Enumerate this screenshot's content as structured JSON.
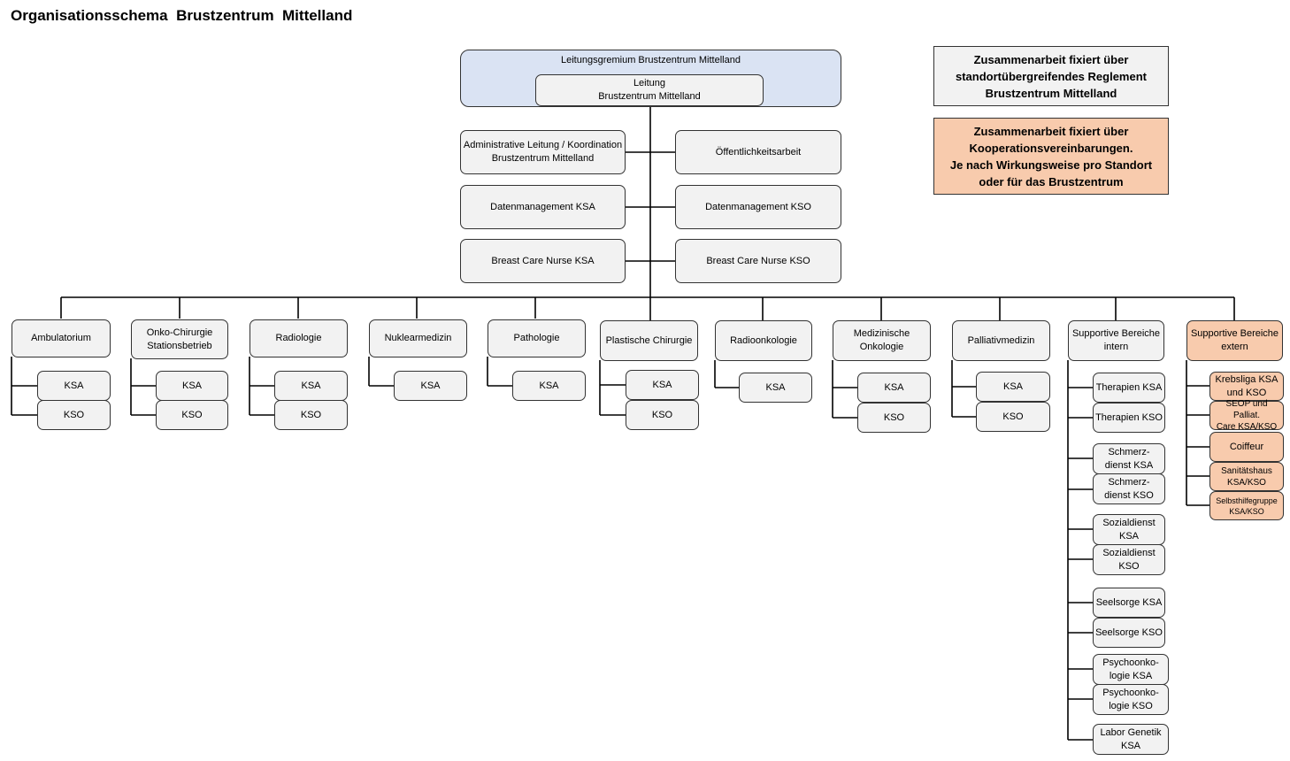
{
  "title": "Organisationsschema  Brustzentrum  Mittelland",
  "colors": {
    "board": "#dae3f3",
    "box": "#f2f2f2",
    "external": "#f8cbad",
    "line": "#000000"
  },
  "legend": {
    "regulation": "Zusammenarbeit fixiert über\nstandortübergreifendes  Reglement\nBrustzentrum  Mittelland",
    "cooperation": "Zusammenarbeit fixiert über\nKooperationsvereinbarungen.\nJe nach Wirkungsweise  pro Standort\noder für das Brustzentrum"
  },
  "top": {
    "board": "Leitungsgremium  Brustzentrum  Mittelland",
    "leitung": "Leitung\nBrustzentrum  Mittelland",
    "admin": "Administrative   Leitung / Koordination\nBrustzentrum  Mittelland",
    "public": "Öffentlichkeitsarbeit",
    "data_ksa": "Datenmanagement  KSA",
    "data_kso": "Datenmanagement  KSO",
    "nurse_ksa": "Breast Care Nurse KSA",
    "nurse_kso": "Breast Care Nurse KSO"
  },
  "departments": {
    "ambulatorium": {
      "label": "Ambulatorium",
      "ksa": "KSA",
      "kso": "KSO"
    },
    "onko": {
      "label": "Onko-Chirurgie\nStationsbetrieb",
      "ksa": "KSA",
      "kso": "KSO"
    },
    "radiologie": {
      "label": "Radiologie",
      "ksa": "KSA",
      "kso": "KSO"
    },
    "nuklear": {
      "label": "Nuklearmedizin",
      "ksa": "KSA"
    },
    "pathologie": {
      "label": "Pathologie",
      "ksa": "KSA"
    },
    "plastisch": {
      "label": "Plastische  Chirurgie",
      "ksa": "KSA",
      "kso": "KSO"
    },
    "radioonko": {
      "label": "Radioonkologie",
      "ksa": "KSA"
    },
    "medonko": {
      "label": "Medizinische\nOnkologie",
      "ksa": "KSA",
      "kso": "KSO"
    },
    "palliativ": {
      "label": "Palliativmedizin",
      "ksa": "KSA",
      "kso": "KSO"
    }
  },
  "supportive_intern": {
    "label": "Supportive Bereiche\nintern",
    "items": [
      "Therapien KSA",
      "Therapien KSO",
      "Schmerz-\ndienst KSA",
      "Schmerz-\ndienst KSO",
      "Sozialdienst\nKSA",
      "Sozialdienst\nKSO",
      "Seelsorge KSA",
      "Seelsorge KSO",
      "Psychoonko-\nlogie KSA",
      "Psychoonko-\nlogie KSO",
      "Labor Genetik\nKSA"
    ]
  },
  "supportive_extern": {
    "label": "Supportive Bereiche\nextern",
    "items": [
      "Krebsliga KSA\nund KSO",
      "SEOP und Palliat.\nCare KSA/KSO",
      "Coiffeur",
      "Sanitätshaus\nKSA/KSO",
      "Selbsthilfegruppe\nKSA/KSO"
    ]
  }
}
